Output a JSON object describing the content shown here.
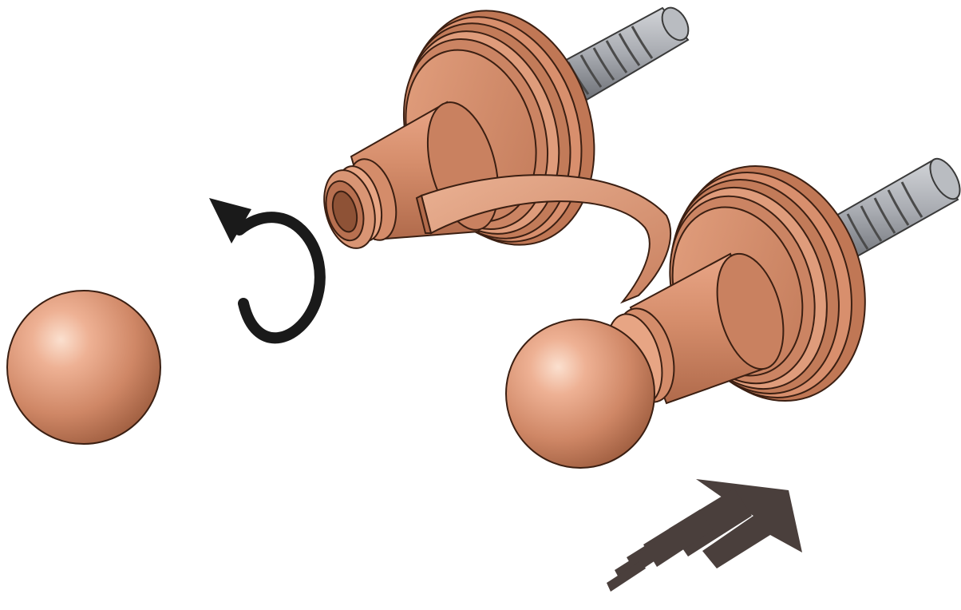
{
  "figure": {
    "type": "exploded-assembly-illustration",
    "components": [
      "loose-sphere",
      "rotate-arrow",
      "rear-stud-assembly",
      "curved-strip",
      "front-stud-assembly-with-sphere",
      "push-direction-arrow"
    ]
  },
  "colors": {
    "background": "#ffffff",
    "copper_highlight": "#f6c7ad",
    "copper_light": "#e8a382",
    "copper_mid": "#d08a67",
    "copper_dark": "#9c5a3c",
    "copper_outline": "#3b1f12",
    "thread_light": "#c9cbcf",
    "thread_dark": "#7a7d84",
    "rotate_arrow": "#1a1a1a",
    "push_arrow": "#4a3f3c"
  },
  "icons": {
    "rotate": "rotate-arrow-icon",
    "push": "push-arrow-icon"
  }
}
